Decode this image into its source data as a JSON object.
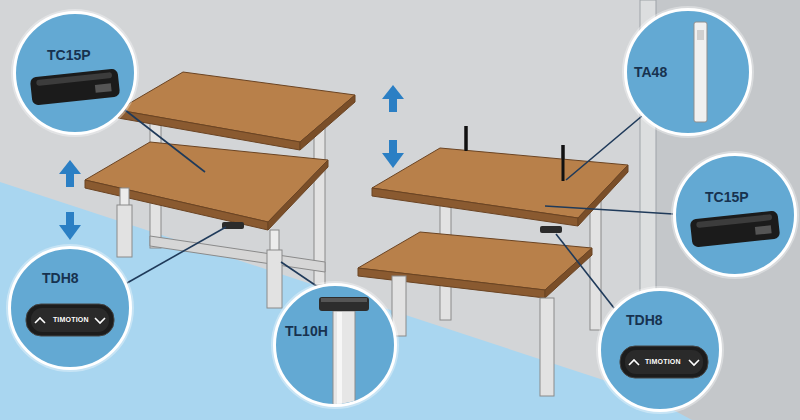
{
  "diagram": {
    "nodes": [
      {
        "text": [
          "TC15P"
        ]
      },
      {
        "text": [
          "TDH8",
          "TiMOTION"
        ]
      },
      {
        "text": [
          "TL10H"
        ]
      },
      {
        "text": [
          "TA48"
        ]
      },
      {
        "text": [
          "TC15P"
        ]
      },
      {
        "text": [
          "TDH8",
          "TiMOTION"
        ]
      }
    ]
  }
}
